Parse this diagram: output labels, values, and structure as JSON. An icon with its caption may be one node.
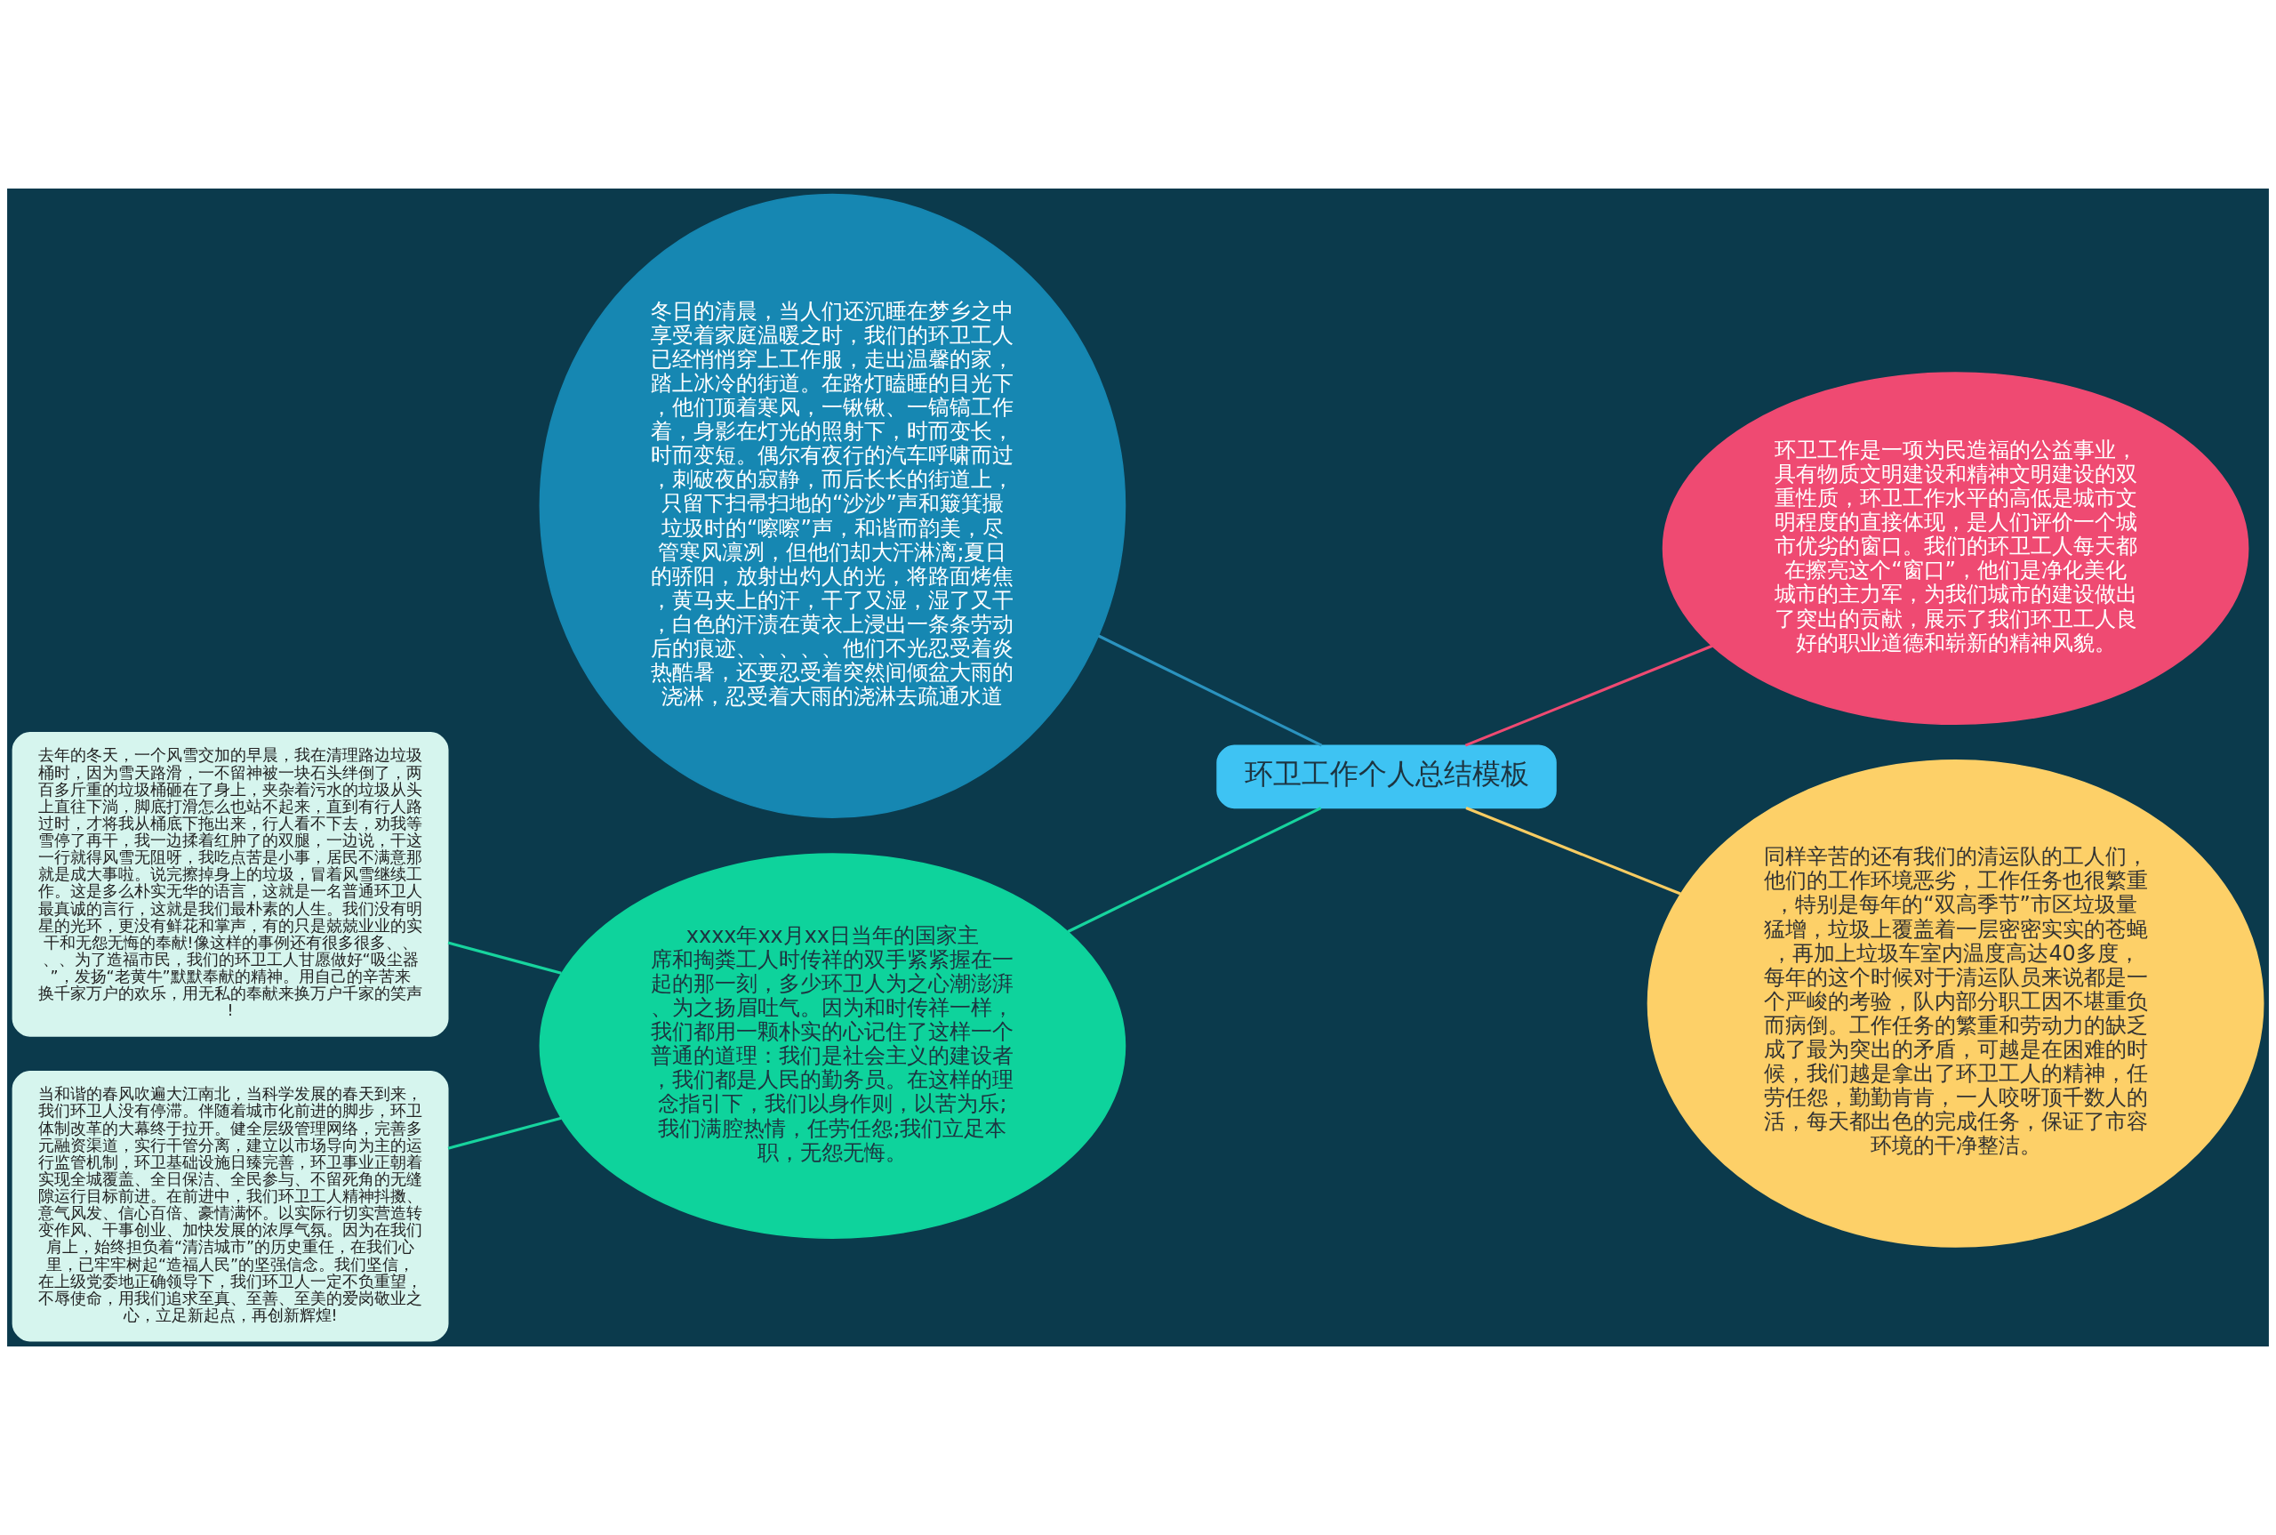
{
  "diagram": {
    "nodes": [
      {
        "text": [
          "环卫工作个人总结模板"
        ]
      },
      {
        "text": [
          "冬日的清晨，当人们还沉睡在梦乡之中享受着家庭温暖之时，我们的环卫工人已经悄悄穿上工作服，走出温馨的家，踏上冰冷的街道。在路灯瞌睡的目光下，他们顶着寒风，一锹锹、一镐镐工作着，身影在灯光的照射下，时而变长，时而变短。偶尔有夜行的汽车呼啸而过，刺破夜的寂静，而后长长的街道上，只留下扫帚扫地的“沙沙”声和簸箕撮垃圾时的“嚓嚓”声，和谐而韵美，尽管寒风凛冽，但他们却大汗淋漓;夏日的骄阳，放射出灼人的光，将路面烤焦，黄马夹上的汗，干了又湿，湿了又干，白色的汗渍在黄衣上浸出一条条劳动后的痕迹、、、、、他们不光忍受着炎热酷暑，还要忍受着突然间倾盆大雨的浇淋，忍受着大雨的浇淋去疏通水道"
        ]
      },
      {
        "text": [
          "环卫工作是一项为民造福的公益事业，具有物质文明建设和精神文明建设的双重性质，环卫工作水平的高低是城市文明程度的直接体现，是人们评价一个城市优劣的窗口。我们的环卫工人每天都在擦亮这个“窗口”，他们是净化美化城市的主力军，为我们城市的建设做出了突出的贡献，展示了我们环卫工人良好的职业道德和崭新的精神风貌。"
        ]
      },
      {
        "text": [
          "同样辛苦的还有我们的清运队的工人们，他们的工作环境恶劣，工作任务也很繁重，特别是每年的“双高季节”市区垃圾量猛增，垃圾上覆盖着一层密密实实的苍蝇，再加上垃圾车室内温度高达40多度，每年的这个时候对于清运队员来说都是一个严峻的考验，队内部分职工因不堪重负而病倒。工作任务的繁重和劳动力的缺乏成了最为突出的矛盾，可越是在困难的时候，我们越是拿出了环卫工人的精神，任劳任怨，勤勤肯肯，一人咬呀顶千数人的活，每天都出色的完成任务，保证了市容环境的干净整洁。"
        ]
      },
      {
        "text": [
          "xxxx年xx月xx日当年的国家主席和掏粪工人时传祥的双手紧紧握在一起的那一刻，多少环卫人为之心潮澎湃、为之扬眉吐气。因为和时传祥一样，我们都用一颗朴实的心记住了这样一个普通的道理：我们是社会主义的建设者，我们都是人民的勤务员。在这样的理念指引下，我们以身作则，以苦为乐;我们满腔热情，任劳任怨;我们立足本职，无怨无悔。"
        ]
      },
      {
        "text": [
          "去年的冬天，一个风雪交加的早晨，我在清理路边垃圾桶时，因为雪天路滑，一不留神被一块石头绊倒了，两百多斤重的垃圾桶砸在了身上，夹杂着污水的垃圾从头上直往下淌，脚底打滑怎么也站不起来，直到有行人路过时，才将我从桶底下拖出来，行人看不下去，劝我等雪停了再干，我一边揉着红肿了的双腿，一边说，干这一行就得风雪无阻呀，我吃点苦是小事，居民不满意那就是成大事啦。说完擦掉身上的垃圾，冒着风雪继续工作。这是多么朴实无华的语言，这就是一名普通环卫人最真诚的言行，这就是我们最朴素的人生。我们没有明星的光环，更没有鲜花和掌声，有的只是兢兢业业的实干和无怨无悔的奉献!像这样的事例还有很多很多、、、、为了造福市民，我们的环卫工人甘愿做好“吸尘器”，发扬“老黄牛”默默奉献的精神。用自己的辛苦来换千家万户的欢乐，用无私的奉献来换万户千家的笑声!"
        ]
      },
      {
        "text": [
          "当和谐的春风吹遍大江南北，当科学发展的春天到来，我们环卫人没有停滞。伴随着城市化前进的脚步，环卫体制改革的大幕终于拉开。健全层级管理网络，完善多元融资渠道，实行干管分离，建立以市场导向为主的运行监管机制，环卫基础设施日臻完善，环卫事业正朝着实现全城覆盖、全日保洁、全民参与、不留死角的无缝隙运行目标前进。在前进中，我们环卫工人精神抖擞、意气风发、信心百倍、豪情满怀。以实际行切实营造转变作风、干事创业、加快发展的浓厚气氛。因为在我们肩上，始终担负着“清洁城市”的历史重任，在我们心里，已牢牢树起“造福人民”的坚强信念。我们坚信，在上级党委地正确领导下，我们环卫人一定不负重望，不辱使命，用我们追求至真、至善、至美的爱岗敬业之心，立足新起点，再创新辉煌!"
        ]
      }
    ],
    "edges": [
      {
        "from": 0,
        "to": 1,
        "arrow": "none",
        "color": "#2b93bf"
      },
      {
        "from": 0,
        "to": 2,
        "arrow": "none",
        "color": "#ef4a72"
      },
      {
        "from": 0,
        "to": 3,
        "arrow": "none",
        "color": "#f8cc62"
      },
      {
        "from": 0,
        "to": 4,
        "arrow": "none",
        "color": "#17d49e"
      },
      {
        "from": 4,
        "to": 5,
        "arrow": "none",
        "color": "#17d49e"
      },
      {
        "from": 4,
        "to": 6,
        "arrow": "none",
        "color": "#17d49e"
      }
    ]
  }
}
